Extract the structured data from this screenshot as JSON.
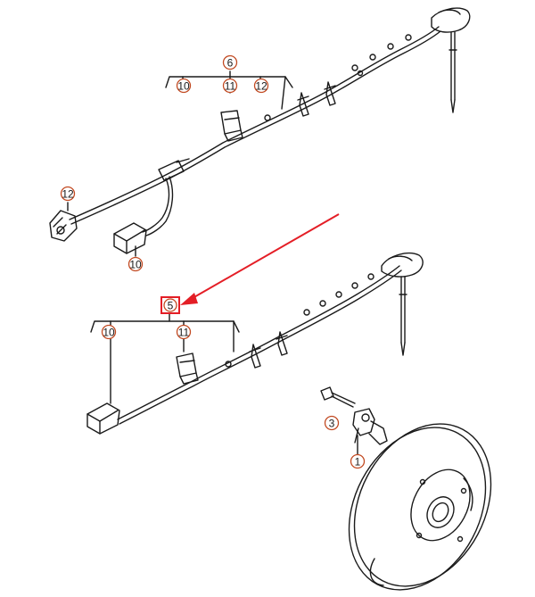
{
  "colors": {
    "line": "#1a1a1a",
    "callout_fill": "#ffffff",
    "callout_text": "#1a1a1a",
    "callout_ring": "#c24a22",
    "highlight": "#e41e26",
    "arrow": "#e41e26",
    "background": "#ffffff"
  },
  "callouts": {
    "top_group": "6",
    "top_left": "10",
    "top_mid": "11",
    "top_right": "12",
    "top_connector_end": "12",
    "top_plug": "10",
    "bottom_group": "5",
    "bottom_left": "10",
    "bottom_mid": "11",
    "sensor": "1",
    "bolt": "3"
  },
  "highlighted_part": "5"
}
